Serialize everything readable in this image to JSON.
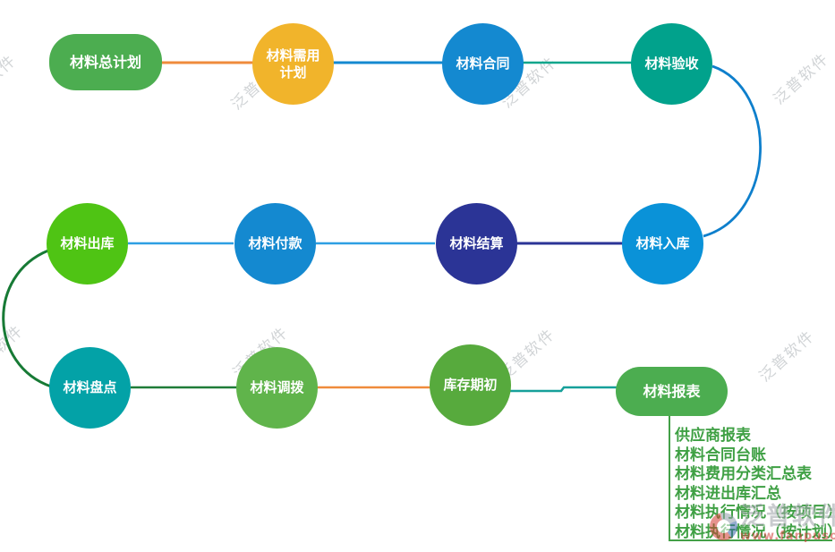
{
  "nodes": [
    {
      "id": "material-master-plan",
      "label": "材料总计划",
      "shape": "pill",
      "color": "#4CAD50"
    },
    {
      "id": "material-requirement-plan",
      "label": "材料需用\n计划",
      "shape": "circle",
      "color": "#F1B42B"
    },
    {
      "id": "material-contract",
      "label": "材料合同",
      "shape": "circle",
      "color": "#1489D0"
    },
    {
      "id": "material-acceptance",
      "label": "材料验收",
      "shape": "circle",
      "color": "#01A28C"
    },
    {
      "id": "material-outbound",
      "label": "材料出库",
      "shape": "circle",
      "color": "#4FC414"
    },
    {
      "id": "material-payment",
      "label": "材料付款",
      "shape": "circle",
      "color": "#1489D0"
    },
    {
      "id": "material-settlement",
      "label": "材料结算",
      "shape": "circle",
      "color": "#2B3496"
    },
    {
      "id": "material-inbound",
      "label": "材料入库",
      "shape": "circle",
      "color": "#0A92D8"
    },
    {
      "id": "material-stocktake",
      "label": "材料盘点",
      "shape": "circle",
      "color": "#03A2A7"
    },
    {
      "id": "material-transfer",
      "label": "材料调拨",
      "shape": "circle",
      "color": "#60B44B"
    },
    {
      "id": "initial-inventory",
      "label": "库存期初",
      "shape": "circle",
      "color": "#57AA3D"
    },
    {
      "id": "material-reports",
      "label": "材料报表",
      "shape": "pill",
      "color": "#4CAD50"
    }
  ],
  "edges": [
    {
      "from": "材料总计划",
      "to": "材料需用计划",
      "color": "#EF8B3C"
    },
    {
      "from": "材料需用计划",
      "to": "材料合同",
      "color": "#1489D0"
    },
    {
      "from": "材料合同",
      "to": "材料验收",
      "color": "#0BA68C"
    },
    {
      "from": "材料验收",
      "to": "材料入库",
      "color": "#0E7FCC"
    },
    {
      "from": "材料入库",
      "to": "材料结算",
      "color": "#2B3496"
    },
    {
      "from": "材料结算",
      "to": "材料付款",
      "color": "#2D9FE3"
    },
    {
      "from": "材料付款",
      "to": "材料出库",
      "color": "#2D9FE3"
    },
    {
      "from": "材料出库",
      "to": "材料盘点",
      "color": "#177A35"
    },
    {
      "from": "材料盘点",
      "to": "材料调拨",
      "color": "#1F7C38"
    },
    {
      "from": "材料调拨",
      "to": "库存期初",
      "color": "#EF8B3C"
    },
    {
      "from": "库存期初",
      "to": "材料报表",
      "color": "#16A09A"
    },
    {
      "from": "材料报表",
      "to": "报表列表",
      "color": "#43A047"
    }
  ],
  "report_panel": {
    "text_color": "#3FA044",
    "items": [
      "供应商报表",
      "材料合同台账",
      "材料费用分类汇总表",
      "材料进出库汇总",
      "材料执行情况（按项目）",
      "材料执行情况（按计划）"
    ]
  },
  "watermark": {
    "brand": "泛普软件",
    "url": "www.fanpusoft.com",
    "tile_color": "#C9CDD0",
    "brand_color": "#9EA3A8",
    "url_color": "#CE3A31"
  }
}
